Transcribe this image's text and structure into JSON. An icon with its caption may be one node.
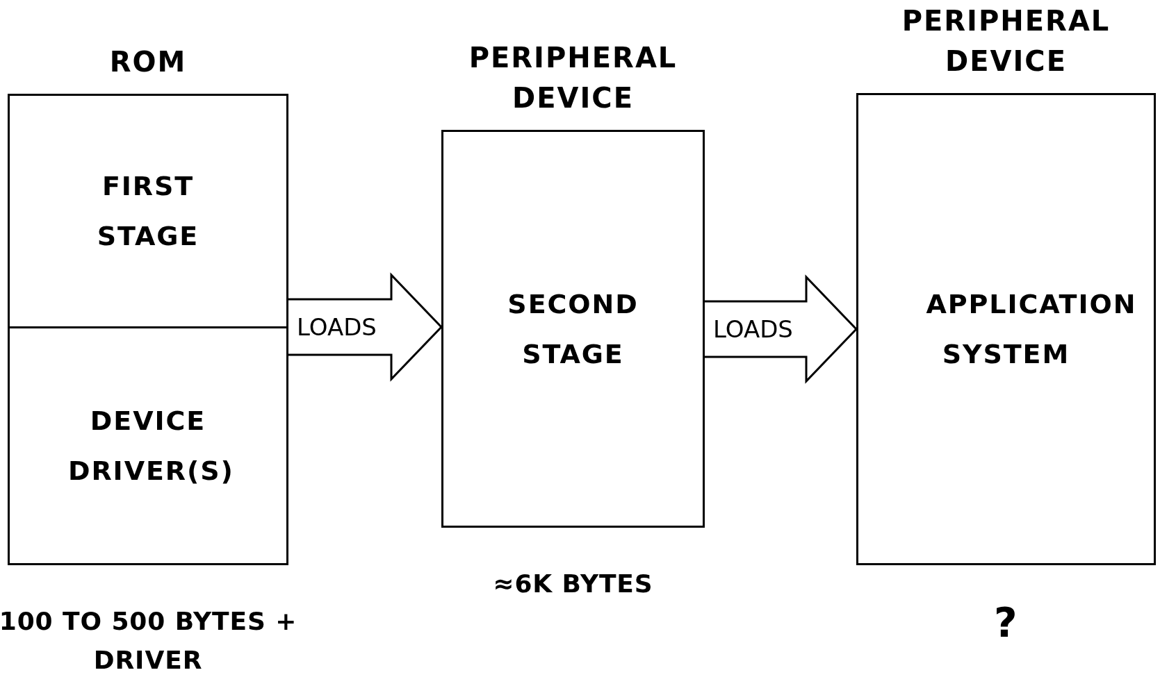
{
  "diagram": {
    "nodes": [
      {
        "text": [
          "ROM"
        ],
        "beside": [
          "100 TO 500 BYTES + DRIVER"
        ]
      },
      {
        "text": [
          "FIRST STAGE"
        ],
        "in": 0
      },
      {
        "text": [
          "DEVICE DRIVER(S)"
        ],
        "in": 0
      },
      {
        "text": [
          "PERIPHERAL DEVICE",
          "SECOND STAGE"
        ],
        "beside": [
          "≈6K BYTES"
        ]
      },
      {
        "text": [
          "PERIPHERAL DEVICE",
          "APPLICATION SYSTEM"
        ],
        "beside": [
          "?"
        ]
      }
    ],
    "edges": [
      {
        "from": 0,
        "to": 3,
        "arrow": "to",
        "label": "LOADS"
      },
      {
        "from": 3,
        "to": 4,
        "arrow": "to",
        "label": "LOADS"
      }
    ]
  }
}
